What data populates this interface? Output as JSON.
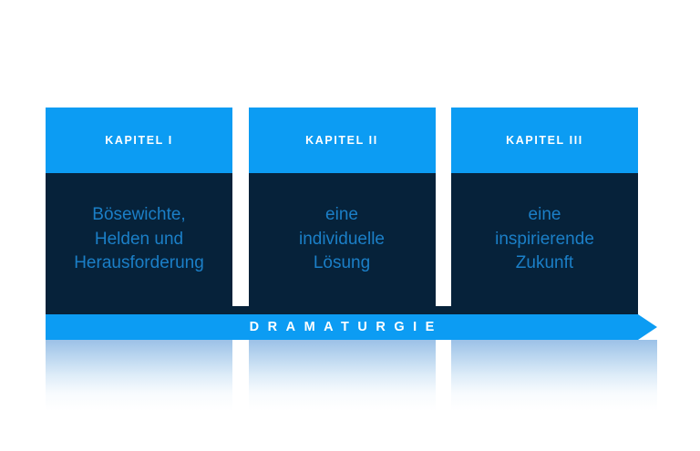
{
  "graphic": {
    "title": "Dramaturgie",
    "background_color": "#ffffff",
    "accent_blue": "#0c9cf3",
    "dark_navy": "#06223a",
    "body_text_blue": "#1b7fc7",
    "header_text_color": "#ffffff"
  },
  "cards": [
    {
      "header": "KAPITEL I",
      "body": "Bösewichte,\nHelden und\nHerausforderung"
    },
    {
      "header": "KAPITEL II",
      "body": "eine\nindividuelle\nLösung"
    },
    {
      "header": "KAPITEL III",
      "body": "eine\ninspirierende\nZukunft"
    }
  ],
  "banner": {
    "label": "DRAMATURGIE",
    "fill_color": "#0c9cf3",
    "text_color": "#ffffff",
    "shape": "right-pointing-arrow"
  },
  "reflection": {
    "description": "mirrored fading reflection of the cards and banner",
    "color": "#96bee6"
  }
}
